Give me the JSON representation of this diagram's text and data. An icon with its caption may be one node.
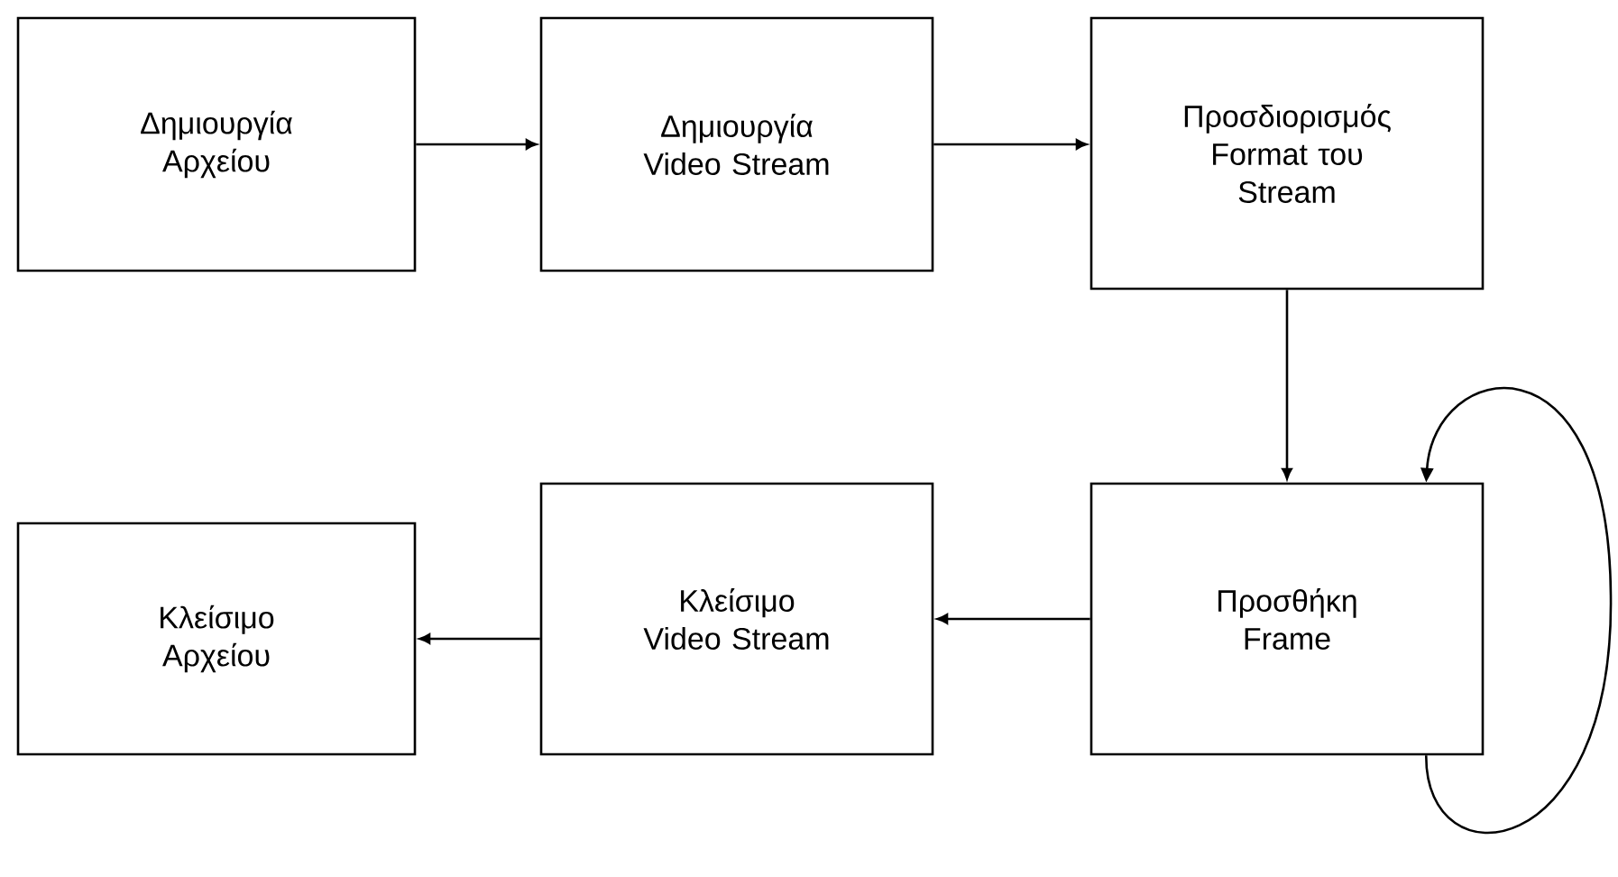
{
  "diagram": {
    "nodes": [
      {
        "text": [
          "Δημιουργία Αρχείου"
        ]
      },
      {
        "text": [
          "Δημιουργία Video Stream"
        ]
      },
      {
        "text": [
          "Προσδιορισμός Format του Stream"
        ]
      },
      {
        "text": [
          "Κλείσιμο Αρχείου"
        ]
      },
      {
        "text": [
          "Κλείσιμο Video Stream"
        ]
      },
      {
        "text": [
          "Προσθήκη Frame"
        ]
      }
    ],
    "edges": [
      {
        "from": 0,
        "to": 1,
        "arrow": "to"
      },
      {
        "from": 1,
        "to": 2,
        "arrow": "to"
      },
      {
        "from": 2,
        "to": 5,
        "arrow": "to"
      },
      {
        "from": 5,
        "to": 4,
        "arrow": "to"
      },
      {
        "from": 4,
        "to": 3,
        "arrow": "to"
      },
      {
        "from": 5,
        "to": 5,
        "arrow": "to"
      }
    ]
  }
}
